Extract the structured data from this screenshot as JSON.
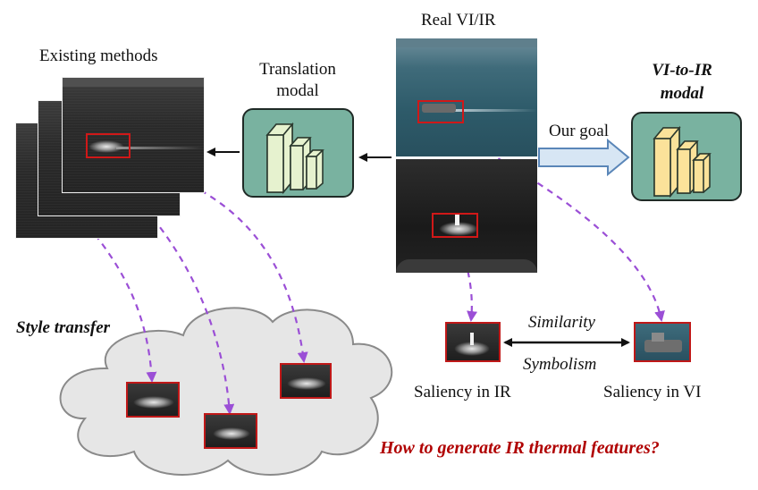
{
  "labels": {
    "existing_methods": "Existing methods",
    "translation_modal": "Translation\nmodal",
    "translation_modal_line1": "Translation",
    "translation_modal_line2": "modal",
    "real_vi_ir": "Real VI/IR",
    "vi_to_ir_line1": "VI-to-IR",
    "vi_to_ir_line2": "modal",
    "our_goal": "Our goal",
    "style_transfer": "Style transfer",
    "similarity": "Similarity",
    "symbolism": "Symbolism",
    "saliency_ir": "Saliency in IR",
    "saliency_vi": "Saliency in VI",
    "question": "How to generate IR thermal features?"
  },
  "colors": {
    "highlight_box": "#d01818",
    "dashed_arrow": "#9b4fd6",
    "translation_modal_fill": "#79b2a0",
    "translation_layer_fill": "#e6f2cf",
    "vi_to_ir_layer_fill": "#fbe29a",
    "goal_arrow_fill": "#d7e6f4",
    "goal_arrow_stroke": "#5a86b8",
    "cloud_fill": "#e6e6e6",
    "question_text": "#b00000"
  },
  "icons": {
    "translation_modal": "layered-network-icon",
    "vi_to_ir_modal": "layered-network-icon",
    "goal_arrow": "block-arrow-right-icon"
  }
}
